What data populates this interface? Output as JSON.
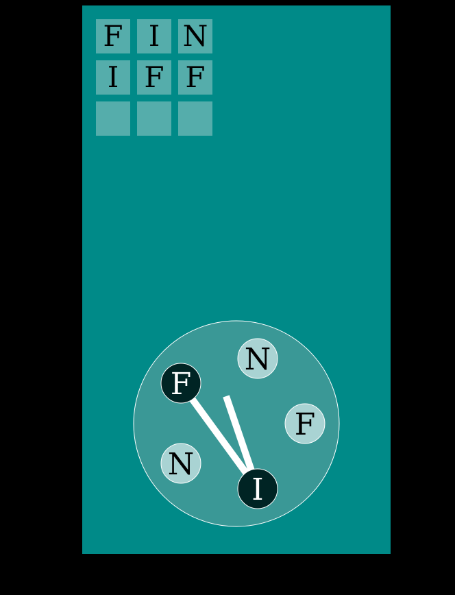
{
  "grid": {
    "rows": [
      [
        "F",
        "I",
        "N"
      ],
      [
        "I",
        "F",
        "F"
      ],
      [
        "",
        "",
        ""
      ]
    ]
  },
  "wheel": {
    "letters": [
      {
        "id": "f-top",
        "letter": "F",
        "selected": true
      },
      {
        "id": "n-top",
        "letter": "N",
        "selected": false
      },
      {
        "id": "f-right",
        "letter": "F",
        "selected": false
      },
      {
        "id": "i-bottom",
        "letter": "I",
        "selected": true
      },
      {
        "id": "n-left",
        "letter": "N",
        "selected": false
      }
    ]
  },
  "colors": {
    "board": "#008a88",
    "cell": "#55adab",
    "wheel_fill": "#3a9896",
    "tile_idle": "#a9d3d3",
    "tile_selected": "#002424",
    "trail": "#ffffff"
  }
}
